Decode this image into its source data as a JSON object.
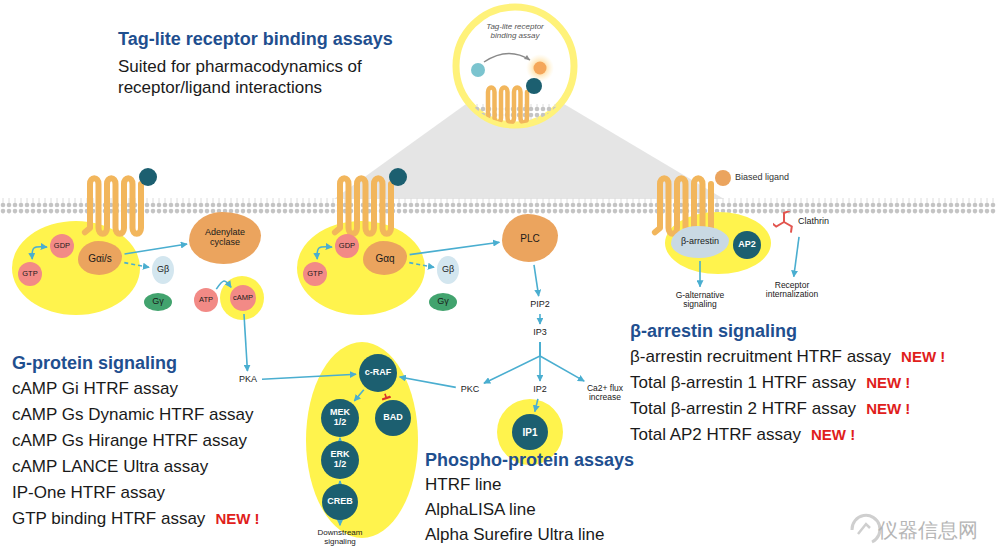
{
  "diagram": {
    "nodes": [
      {
        "text": [
          "Gαi/s"
        ]
      },
      {
        "text": [
          "GDP"
        ]
      },
      {
        "text": [
          "GTP"
        ]
      },
      {
        "text": [
          "Gβ"
        ]
      },
      {
        "text": [
          "Gγ"
        ]
      },
      {
        "text": [
          "Adenylate cyclase"
        ]
      },
      {
        "text": [
          "ATP"
        ]
      },
      {
        "text": [
          "cAMP"
        ]
      },
      {
        "text": [
          "PKA"
        ]
      },
      {
        "text": [
          "Gαq"
        ]
      },
      {
        "text": [
          "GDP"
        ]
      },
      {
        "text": [
          "GTP"
        ]
      },
      {
        "text": [
          "Gβ"
        ]
      },
      {
        "text": [
          "Gγ"
        ]
      },
      {
        "text": [
          "PLC"
        ]
      },
      {
        "text": [
          "PIP2"
        ]
      },
      {
        "text": [
          "IP3"
        ]
      },
      {
        "text": [
          "PKC"
        ]
      },
      {
        "text": [
          "IP2"
        ]
      },
      {
        "text": [
          "Ca2+ flux increase"
        ]
      },
      {
        "text": [
          "IP1"
        ]
      },
      {
        "text": [
          "c-RAF"
        ]
      },
      {
        "text": [
          "MEK 1/2"
        ]
      },
      {
        "text": [
          "BAD"
        ]
      },
      {
        "text": [
          "ERK 1/2"
        ]
      },
      {
        "text": [
          "CREB"
        ]
      },
      {
        "text": [
          "Downstream signaling"
        ]
      },
      {
        "text": [
          "β-arrestin"
        ]
      },
      {
        "text": [
          "AP2"
        ]
      },
      {
        "text": [
          "Clathrin"
        ]
      },
      {
        "text": [
          "G-alternative signaling"
        ]
      },
      {
        "text": [
          "Receptor internalization"
        ]
      }
    ],
    "edges": [
      {
        "from": 0,
        "to": 5,
        "arrow": "to"
      },
      {
        "from": 0,
        "to": 3,
        "arrow": "to"
      },
      {
        "from": 1,
        "to": 2,
        "arrow": "both"
      },
      {
        "from": 6,
        "to": 7,
        "arrow": "to"
      },
      {
        "from": 7,
        "to": 8,
        "arrow": "to"
      },
      {
        "from": 8,
        "to": 21,
        "arrow": "to"
      },
      {
        "from": 9,
        "to": 14,
        "arrow": "to"
      },
      {
        "from": 9,
        "to": 12,
        "arrow": "to"
      },
      {
        "from": 10,
        "to": 11,
        "arrow": "both"
      },
      {
        "from": 14,
        "to": 15,
        "arrow": "to"
      },
      {
        "from": 15,
        "to": 16,
        "arrow": "to"
      },
      {
        "from": 16,
        "to": 17,
        "arrow": "to"
      },
      {
        "from": 16,
        "to": 18,
        "arrow": "to"
      },
      {
        "from": 16,
        "to": 19,
        "arrow": "to"
      },
      {
        "from": 18,
        "to": 20,
        "arrow": "to"
      },
      {
        "from": 17,
        "to": 21,
        "arrow": "to"
      },
      {
        "from": 21,
        "to": 22,
        "arrow": "to"
      },
      {
        "from": 21,
        "to": 23,
        "arrow": "to"
      },
      {
        "from": 22,
        "to": 24,
        "arrow": "to"
      },
      {
        "from": 24,
        "to": 25,
        "arrow": "to"
      },
      {
        "from": 25,
        "to": 26,
        "arrow": "to"
      },
      {
        "from": 27,
        "to": 30,
        "arrow": "to"
      },
      {
        "from": 29,
        "to": 31,
        "arrow": "to"
      }
    ],
    "labels": [
      "Tag-lite receptor binding assays",
      "Suited for pharmacodynamics of receptor/ligand interactions",
      "Tag-lite receptor binding assay",
      "Biased ligand",
      "G-protein signaling",
      "cAMP Gi HTRF assay",
      "cAMP Gs Dynamic HTRF assay",
      "cAMP Gs Hirange HTRF assay",
      "cAMP LANCE Ultra assay",
      "IP-One HTRF assay",
      "GTP binding HTRF assay",
      "NEW !",
      "Phospho-protein assays",
      "HTRF line",
      "AlphaLISA line",
      "Alpha Surefire Ultra line",
      "β-arrestin signaling",
      "β-arrestin recruitment HTRF assay",
      "NEW !",
      "Total β-arrestin 1 HTRF assay",
      "NEW !",
      "Total β-arrestin 2 HTRF assay",
      "NEW !",
      "Total AP2 HTRF assay",
      "NEW !",
      "仪器信息网"
    ]
  }
}
